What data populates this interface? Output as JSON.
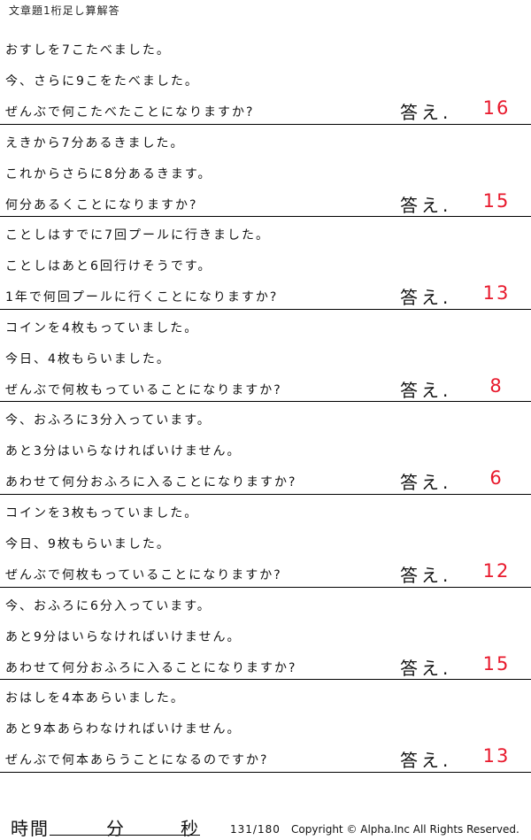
{
  "header": {
    "title": "文章題1桁足し算解答"
  },
  "answer_label": "答え.",
  "problems": [
    {
      "lines": [
        "おすしを7こたべました。",
        "今、さらに9こをたべました。",
        "ぜんぶで何こたべたことになりますか?"
      ],
      "answer": "16"
    },
    {
      "lines": [
        "えきから7分あるきました。",
        "これからさらに8分あるきます。",
        "何分あるくことになりますか?"
      ],
      "answer": "15"
    },
    {
      "lines": [
        "ことしはすでに7回プールに行きました。",
        "ことしはあと6回行けそうです。",
        "1年で何回プールに行くことになりますか?"
      ],
      "answer": "13"
    },
    {
      "lines": [
        "コインを4枚もっていました。",
        "今日、4枚もらいました。",
        "ぜんぶで何枚もっていることになりますか?"
      ],
      "answer": "8"
    },
    {
      "lines": [
        "今、おふろに3分入っています。",
        "あと3分はいらなければいけません。",
        "あわせて何分おふろに入ることになりますか?"
      ],
      "answer": "6"
    },
    {
      "lines": [
        "コインを3枚もっていました。",
        "今日、9枚もらいました。",
        "ぜんぶで何枚もっていることになりますか?"
      ],
      "answer": "12"
    },
    {
      "lines": [
        "今、おふろに6分入っています。",
        "あと9分はいらなければいけません。",
        "あわせて何分おふろに入ることになりますか?"
      ],
      "answer": "15"
    },
    {
      "lines": [
        "おはしを4本あらいました。",
        "あと9本あらわなければいけません。",
        "ぜんぶで何本あらうことになるのですか?"
      ],
      "answer": "13"
    }
  ],
  "footer": {
    "time_label": "時間",
    "minutes_label": "分",
    "seconds_label": "秒",
    "page": "131/180",
    "copyright": "Copyright ©  Alpha.Inc All Rights Reserved."
  }
}
